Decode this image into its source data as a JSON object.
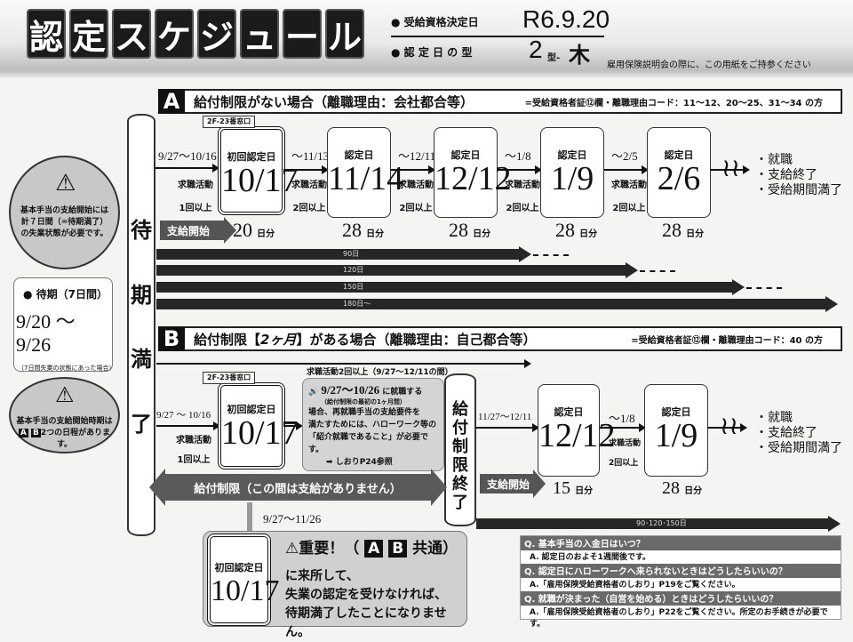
{
  "header": {
    "title_chars": [
      "認",
      "定",
      "ス",
      "ケ",
      "ジ",
      "ュ",
      "ー",
      "ル"
    ],
    "decision_label": "● 受給資格決定日",
    "decision_date": "R6.9.20",
    "type_label": "● 認 定 日 の 型",
    "type_value": "2",
    "type_suffix": "型-",
    "weekday": "木",
    "note": "雇用保険説明会の際に、この用紙をご持参ください"
  },
  "pillar_wait": [
    "待",
    "期",
    "満",
    "了"
  ],
  "left": {
    "notice1": "基本手当の支給開始には計７日間（=待期満了）の失業状態が必要です。",
    "wait_title": "● 待期（7日間）",
    "wait_dates": "9/20 ～ 9/26",
    "wait_note": "（7日間失業の状態にあった場合）",
    "notice2": "基本手当の支給開始時期は",
    "notice2b": "2つの日程があります。",
    "a": "A",
    "b": "B"
  },
  "section_a": {
    "letter": "A",
    "title": "給付制限がない場合（離職理由：会社都合等）",
    "note": "=受給資格者証⑫欄・離職理由コード：11～12、20～25、31～34 の方",
    "window": "2F-23番窓口",
    "periods": [
      "9/27～10/16",
      "～11/13",
      "～12/11",
      "～1/8",
      "～2/5"
    ],
    "activities": [
      [
        "求職活動",
        "1回以上"
      ],
      [
        "求職活動",
        "2回以上"
      ],
      [
        "求職活動",
        "2回以上"
      ],
      [
        "求職活動",
        "2回以上"
      ],
      [
        "求職活動",
        "2回以上"
      ]
    ],
    "boxes": [
      {
        "label": "初回認定日",
        "date": "10/17",
        "days": "20"
      },
      {
        "label": "認定日",
        "date": "11/14",
        "days": "28"
      },
      {
        "label": "認定日",
        "date": "12/12",
        "days": "28"
      },
      {
        "label": "認定日",
        "date": "1/9",
        "days": "28"
      },
      {
        "label": "認定日",
        "date": "2/6",
        "days": "28"
      }
    ],
    "days_unit": "日分",
    "start": "支給開始",
    "bars": [
      "90日",
      "120日",
      "150日",
      "180日～"
    ],
    "outcomes": [
      "・就職",
      "・支給終了",
      "・受給期間満了"
    ]
  },
  "section_b": {
    "letter": "B",
    "title_pre": "給付制限【",
    "title_em": "2ヶ月",
    "title_post": "】がある場合（離職理由：自己都合等）",
    "note": "=受給資格者証⑫欄・離職理由コード：40 の方",
    "top_note": "求職活動2回以上（9/27～12/11の間）",
    "window": "2F-23番窓口",
    "period1": "9/27 ～ 10/16",
    "activity1": [
      "求職活動",
      "1回以上"
    ],
    "first": {
      "label": "初回認定日",
      "date": "10/17"
    },
    "info": {
      "dates": "9/27～10/26",
      "dates_suffix": "に就職する",
      "sub": "（給付制限の最初の1ヶ月間）",
      "body": [
        "場合、再就職手当の支給要件を",
        "満たすためには、ハローワーク等の",
        "「紹介就職であること」が必要です。"
      ],
      "ref": "しおりP24参照"
    },
    "pillar": [
      "給",
      "付",
      "制",
      "限",
      "終",
      "了"
    ],
    "period2": "11/27～12/11",
    "period3": "～1/8",
    "activity3": [
      "求職活動",
      "2回以上"
    ],
    "boxes": [
      {
        "label": "認定日",
        "date": "12/12",
        "days": "15"
      },
      {
        "label": "認定日",
        "date": "1/9",
        "days": "28"
      }
    ],
    "start": "支給開始",
    "restriction": "給付制限（この間は支給がありません）",
    "restriction_period": "9/27～11/26",
    "bar": "90･120･150日",
    "outcomes": [
      "・就職",
      "・支給終了",
      "・受給期間満了"
    ]
  },
  "important": {
    "label": "初回認定日",
    "date": "10/17",
    "title": "重要！（",
    "a": "A",
    "b": "B",
    "common": "共通）",
    "lines": [
      "に来所して、",
      "失業の認定を受けなければ、",
      "待期満了したことになりません。"
    ]
  },
  "qa": [
    {
      "q": "Q. 基本手当の入金日はいつ？",
      "a": "A. 認定日のおよそ1週間後です。"
    },
    {
      "q": "Q. 認定日にハローワークへ来られないときはどうしたらいいの？",
      "a": "A.「雇用保険受給資格者のしおり」P19をご覧ください。"
    },
    {
      "q": "Q. 就職が決まった（自営を始める）ときはどうしたらいいの？",
      "a": "A.「雇用保険受給資格者のしおり」P22をご覧ください。所定のお手続きが必要です。"
    }
  ]
}
